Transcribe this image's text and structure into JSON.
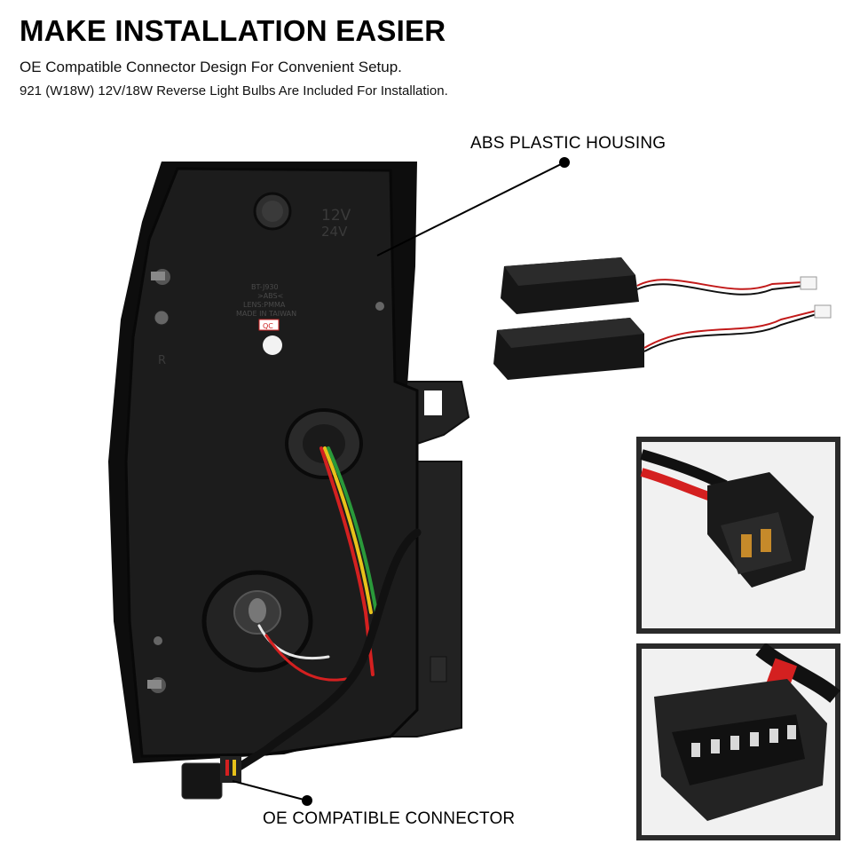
{
  "headline": "MAKE INSTALLATION EASIER",
  "subtitle_1": "OE Compatible Connector Design For Convenient Setup.",
  "subtitle_2": "921 (W18W) 12V/18W Reverse Light Bulbs Are Included For Installation.",
  "callouts": {
    "housing": "ABS PLASTIC HOUSING",
    "connector": "OE COMPATIBLE CONNECTOR"
  },
  "housing_markings": {
    "voltage": "12V",
    "voltage_alt": "24V",
    "part_code": "BT-J930",
    "material_1": ">ABS<",
    "material_2": "LENS:PMMA",
    "origin": "MADE IN TAIWAN",
    "qc": "QC",
    "side": "R"
  },
  "colors": {
    "housing": "#1a1a1a",
    "wire_red": "#d42020",
    "wire_yellow": "#e8c21a",
    "wire_green": "#2a9a3a",
    "wire_white": "#e8e8e8",
    "inset_frame": "#2a2a2a"
  },
  "icons": {
    "housing_pointer": "leader-dot",
    "connector_pointer": "leader-dot"
  }
}
